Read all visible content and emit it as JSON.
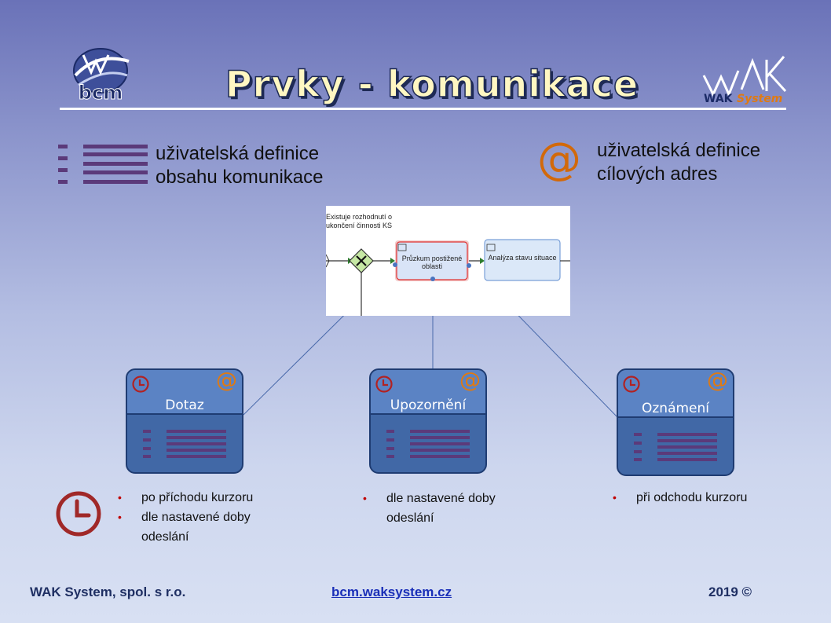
{
  "title": "Prvky - komunikace",
  "logos": {
    "left": "bcm",
    "right_main": "WAK",
    "right_sub": "System"
  },
  "definitions": {
    "content_line1": "uživatelská definice",
    "content_line2": "obsahu komunikace",
    "address_line1": "uživatelská definice",
    "address_line2": "cílových adres",
    "at_symbol": "@"
  },
  "diagram": {
    "note_line1": "Existuje rozhodnutí o",
    "note_line2": "ukončení činnosti KS",
    "task1_line1": "Průzkum postižené",
    "task1_line2": "oblasti",
    "task2": "Analýza stavu situace"
  },
  "cards": [
    {
      "title": "Dotaz"
    },
    {
      "title": "Upozornění"
    },
    {
      "title": "Oznámení"
    }
  ],
  "bullets": {
    "left": [
      "po příchodu kurzoru",
      "dle nastavené doby odeslání"
    ],
    "middle": [
      "dle nastavené doby odeslání"
    ],
    "right": [
      "při odchodu kurzoru"
    ]
  },
  "footer": {
    "company": "WAK System, spol. s r.o.",
    "link": "bcm.waksystem.cz",
    "year": "2019 ©"
  },
  "colors": {
    "accent_orange": "#d2690a",
    "clock_red": "#b22222",
    "list_purple": "#5b3a7a",
    "card_blue": "#4168a6"
  }
}
